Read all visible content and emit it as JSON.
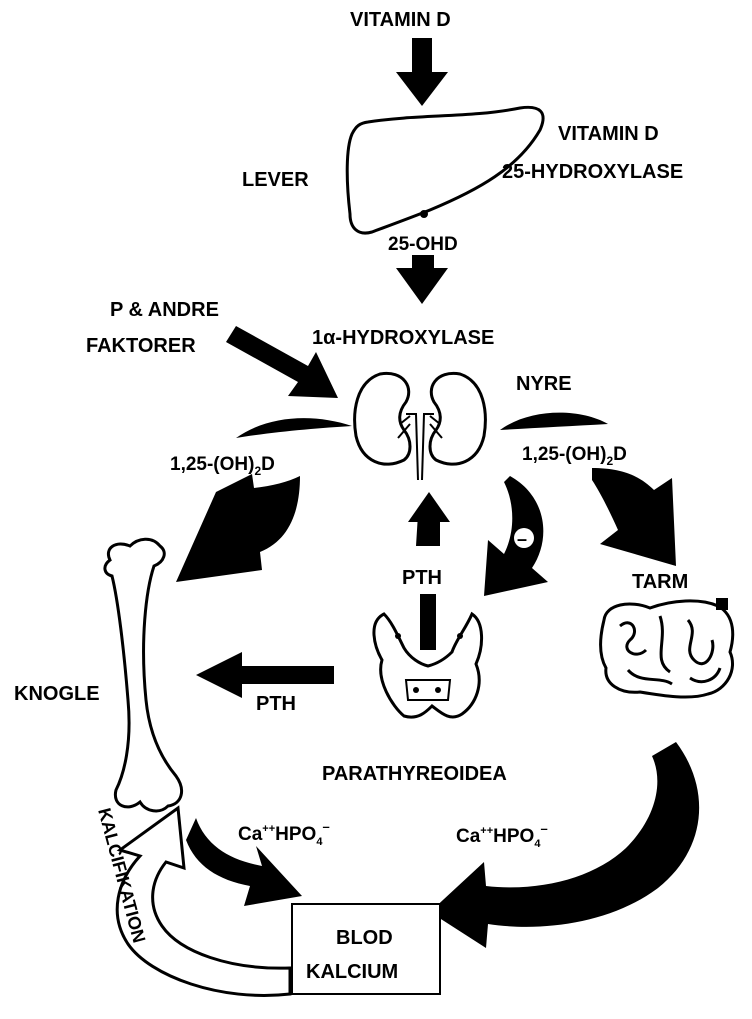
{
  "labels": {
    "vitamin_d_top": "VITAMIN D",
    "lever": "LEVER",
    "enzyme_line1": "VITAMIN D",
    "enzyme_line2": "25-HYDROXYLASE",
    "ohd25": "25-OHD",
    "p_andre_line1": "P & ANDRE",
    "p_andre_line2": "FAKTORER",
    "alpha_hydroxylase": "1α-HYDROXYLASE",
    "nyre": "NYRE",
    "dihydroxy_left_pre": "1,25-(OH)",
    "dihydroxy_left_sub": "2",
    "dihydroxy_left_post": "D",
    "dihydroxy_right_pre": "1,25-(OH)",
    "dihydroxy_right_sub": "2",
    "dihydroxy_right_post": "D",
    "pth_up": "PTH",
    "pth_left": "PTH",
    "tarm": "TARM",
    "knogle": "KNOGLE",
    "parathyreoidea": "PARATHYREOIDEA",
    "ca_left_base": "Ca",
    "ca_left_sup": "++",
    "ca_left_hpo": "HPO",
    "ca_left_sub": "4",
    "ca_left_charge": "–",
    "ca_right_base": "Ca",
    "ca_right_sup": "++",
    "ca_right_hpo": "HPO",
    "ca_right_sub": "4",
    "ca_right_charge": "–",
    "kalcifikation": "KALCIFIKATION",
    "blod_line1": "BLOD",
    "blod_line2": "KALCIUM",
    "inhibition_sign": "–"
  },
  "colors": {
    "ink": "#000000",
    "paper": "#ffffff"
  }
}
